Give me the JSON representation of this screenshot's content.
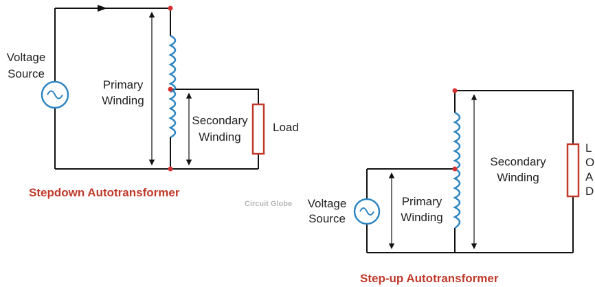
{
  "stepdown": {
    "source_label_1": "Voltage",
    "source_label_2": "Source",
    "primary_label_1": "Primary",
    "primary_label_2": "Winding",
    "secondary_label_1": "Secondary",
    "secondary_label_2": "Winding",
    "load_label": "Load",
    "caption": "Stepdown Autotransformer"
  },
  "stepup": {
    "source_label_1": "Voltage",
    "source_label_2": "Source",
    "primary_label_1": "Primary",
    "primary_label_2": "Winding",
    "secondary_label_1": "Secondary",
    "secondary_label_2": "Winding",
    "load_letters": [
      "L",
      "O",
      "A",
      "D"
    ],
    "caption": "Step-up Autotransformer"
  },
  "watermark": "Circuit Globe",
  "colors": {
    "wire": "#111111",
    "coil": "#2e86c1",
    "junction": "#d63031",
    "caption": "#c0392b",
    "load": "#c0392b"
  }
}
